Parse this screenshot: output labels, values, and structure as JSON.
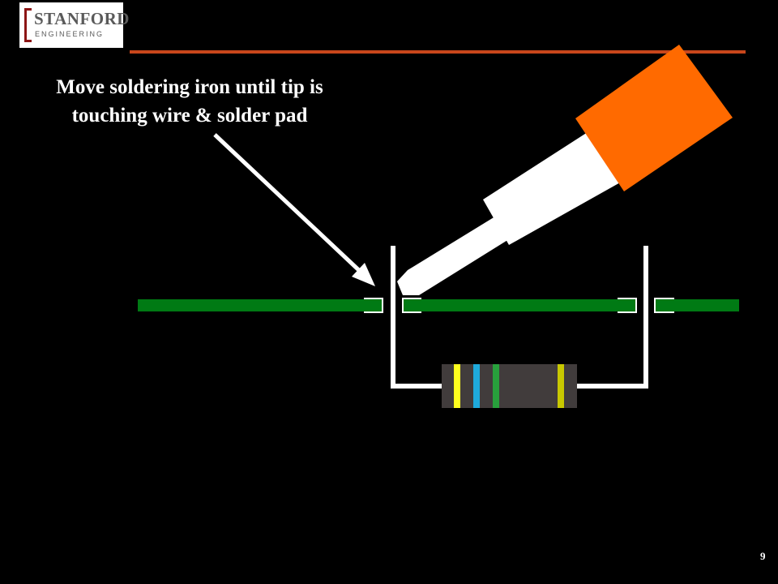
{
  "logo": {
    "line1": "STANFORD",
    "line2": "ENGINEERING",
    "bracket_color": "#8c1515"
  },
  "instruction": {
    "line1": "Move soldering iron until tip is",
    "line2": "touching wire & solder pad"
  },
  "slide_number": "9",
  "colors": {
    "background": "#000000",
    "header_rule": "#c8461b",
    "iron_handle": "#ff6a00",
    "iron_body": "#ffffff",
    "trace": "#007a14",
    "lead": "#ffffff",
    "resistor_body": "#413c3c",
    "band_1": "#ffff1e",
    "band_2": "#1eaadc",
    "band_3": "#28a03c",
    "band_4": "#c8c800"
  },
  "resistor_bands": [
    "yellow",
    "cyan",
    "green",
    "olive"
  ]
}
